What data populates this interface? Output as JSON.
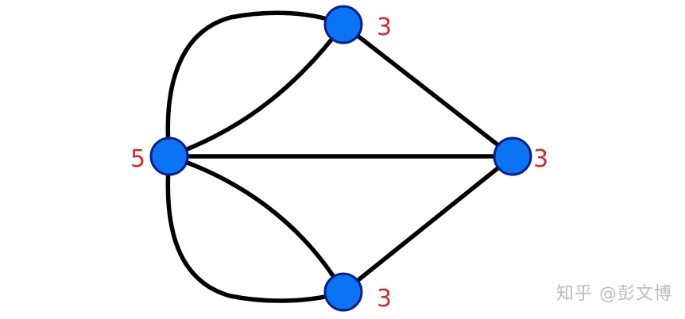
{
  "colors": {
    "edge": "#000000",
    "node_fill": "#0a74f5",
    "node_stroke": "#0a1e8c",
    "label": "#d42a2a",
    "watermark": "#bdbdbd"
  },
  "graph": {
    "nodes": [
      {
        "id": "left",
        "degree": "5"
      },
      {
        "id": "top",
        "degree": "3"
      },
      {
        "id": "right",
        "degree": "3"
      },
      {
        "id": "bottom",
        "degree": "3"
      }
    ],
    "edges": [
      {
        "from": "left",
        "to": "top",
        "kind": "outer-curve"
      },
      {
        "from": "left",
        "to": "top",
        "kind": "inner-curve"
      },
      {
        "from": "left",
        "to": "right",
        "kind": "straight"
      },
      {
        "from": "left",
        "to": "bottom",
        "kind": "inner-curve"
      },
      {
        "from": "left",
        "to": "bottom",
        "kind": "outer-curve"
      },
      {
        "from": "top",
        "to": "right",
        "kind": "straight"
      },
      {
        "from": "bottom",
        "to": "right",
        "kind": "straight"
      }
    ]
  },
  "watermark": {
    "text": "知乎 @彭文博"
  }
}
